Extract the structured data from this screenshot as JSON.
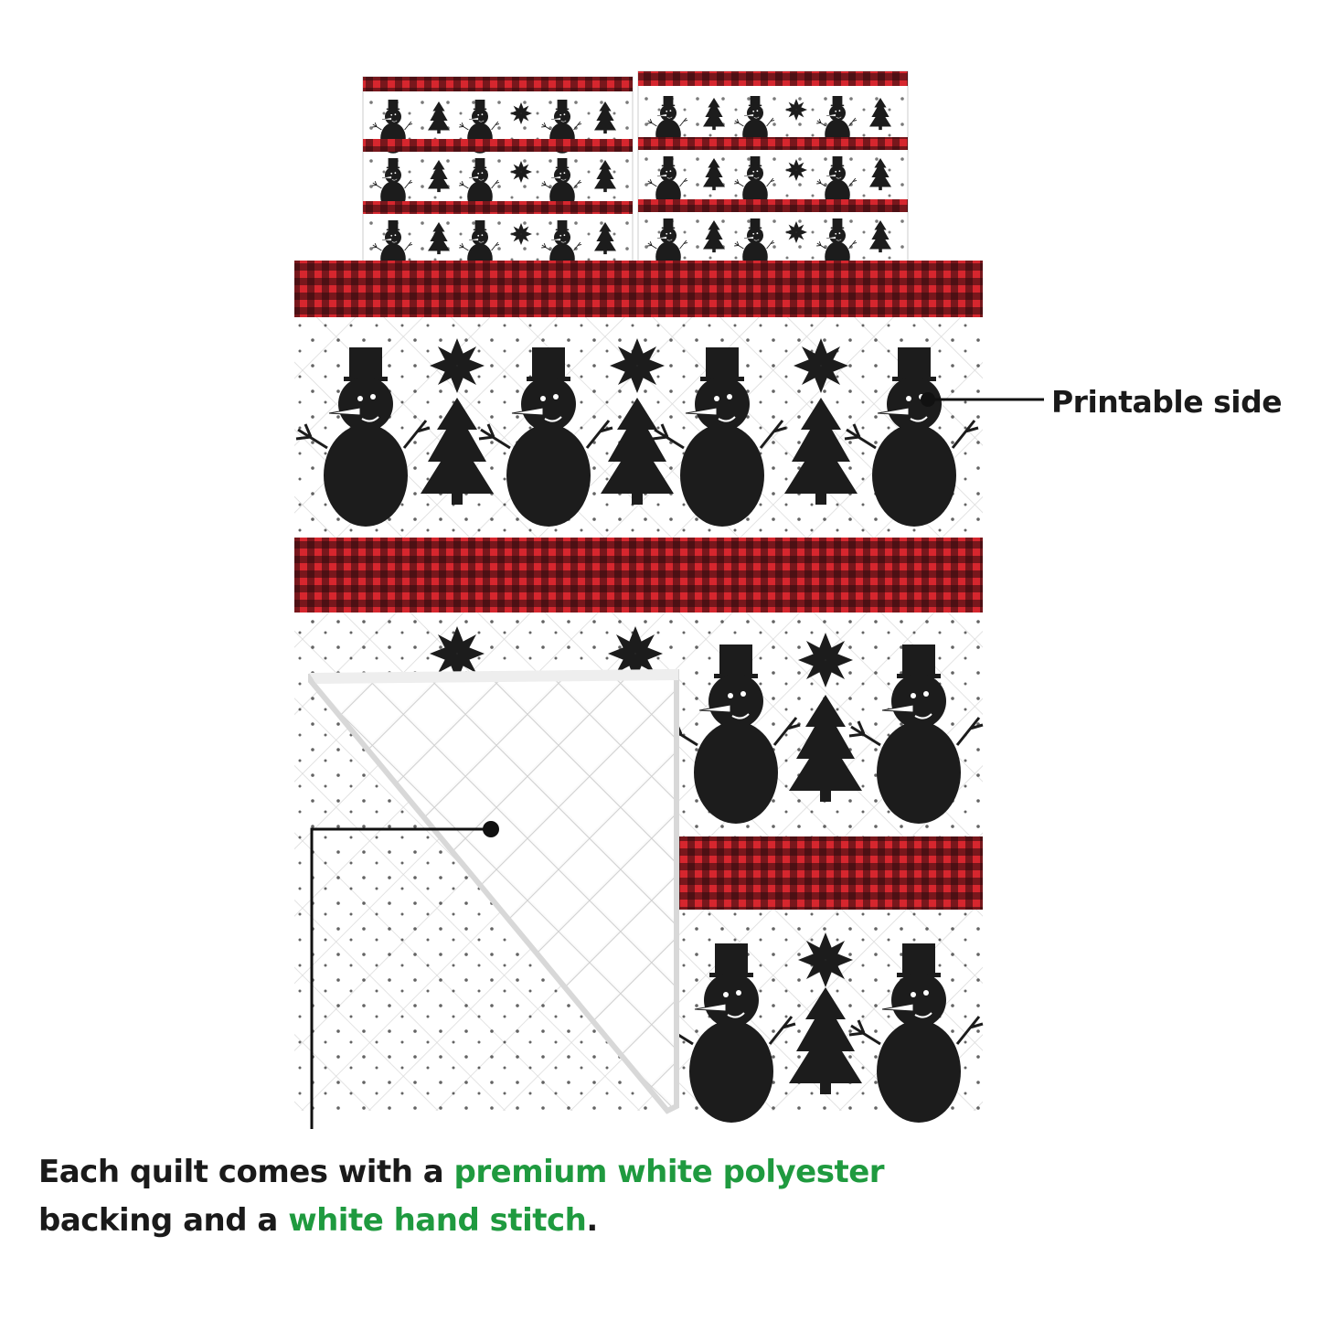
{
  "labels": {
    "printable_side": "Printable side"
  },
  "caption": {
    "line1_prefix": "Each quilt comes with a ",
    "line1_highlight": "premium white polyester",
    "line2_prefix": "backing and a ",
    "line2_highlight": "white hand stitch",
    "line2_suffix": "."
  },
  "colors": {
    "plaid_red": "#d6262e",
    "plaid_black": "#1a1a1a",
    "highlight_green": "#1f9a3f",
    "snowman": "#1c1c1c"
  },
  "icons": {
    "snowman": "snowman-icon",
    "tree": "tree-icon",
    "snowflake": "snowflake-icon"
  }
}
